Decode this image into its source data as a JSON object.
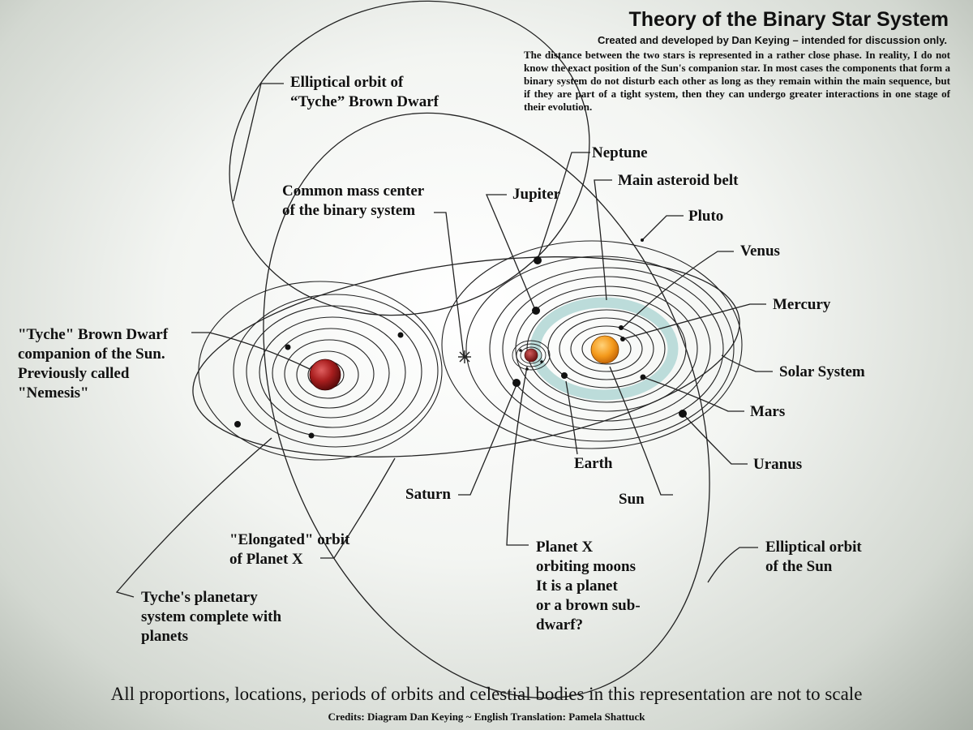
{
  "header": {
    "title": "Theory of the Binary Star System",
    "byline": "Created and developed by Dan Keying – intended for discussion only.",
    "description": "The distance between the two stars is represented in a rather close phase. In reality, I do not know the exact position of the Sun's companion star. In most cases the components that form a binary system do not disturb each other as long as they remain within the main sequence, but if they are part of a tight system, then they can undergo greater interactions in one stage of their evolution."
  },
  "labels": {
    "tyche_orbit": [
      "Elliptical orbit of",
      "“Tyche” Brown Dwarf"
    ],
    "mass_center": [
      "Common mass center",
      "of the binary system"
    ],
    "jupiter": "Jupiter",
    "neptune": "Neptune",
    "asteroid_belt": "Main asteroid belt",
    "pluto": "Pluto",
    "venus": "Venus",
    "mercury": "Mercury",
    "solar_system": "Solar System",
    "mars": "Mars",
    "uranus": "Uranus",
    "earth": "Earth",
    "sun": "Sun",
    "saturn": "Saturn",
    "tyche": [
      "\"Tyche\" Brown Dwarf",
      "companion of the Sun.",
      "Previously called",
      "\"Nemesis\""
    ],
    "planet_x_orbit": [
      "\"Elongated\" orbit",
      "of Planet X"
    ],
    "planet_x_moons": [
      "Planet X",
      "orbiting moons",
      "It is a planet",
      "or a brown sub-",
      "dwarf?"
    ],
    "sun_orbit": [
      "Elliptical orbit",
      "of the Sun"
    ],
    "tyche_system": [
      "Tyche's planetary",
      "system complete with",
      "planets"
    ]
  },
  "footer": {
    "scale_note": "All proportions, locations, periods of orbits and celestial bodies in this representation are not to scale",
    "credits": "Credits: Diagram Dan Keying ~ English Translation: Pamela Shattuck"
  },
  "colors": {
    "sun": "#f49a1c",
    "tyche": "#a81e1e",
    "planet_x": "#8e2020",
    "asteroid_belt": "#bcdcda",
    "ink": "#111111"
  }
}
